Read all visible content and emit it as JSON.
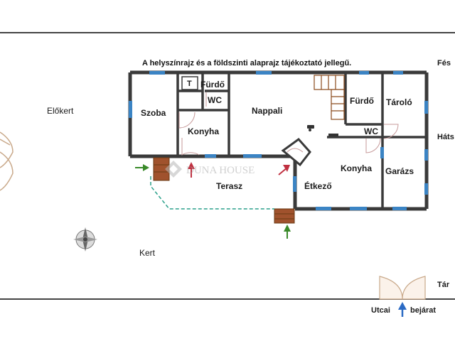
{
  "note": "A helyszínrajz és a földszinti alaprajz tájékoztató jellegű.",
  "watermark": "DUNA HOUSE",
  "rooms": {
    "szoba": "Szoba",
    "furdo1": "Fürdő",
    "wc1": "WC",
    "t": "T",
    "konyha1": "Konyha",
    "nappali": "Nappali",
    "furdo2": "Fürdő",
    "wc2": "WC",
    "tarolo": "Tároló",
    "konyha2": "Konyha",
    "garazs": "Garázs",
    "etkezo": "Étkező",
    "terasz": "Terasz"
  },
  "outside": {
    "elokert": "Előkert",
    "kert": "Kert",
    "edge1": "Fés",
    "edge2": "Háts",
    "edge3": "Tár",
    "entrance": "Utcai",
    "entrance2": "bejárat"
  },
  "colors": {
    "wall": "#3a3a3a",
    "window": "#3b84c4",
    "stair": "#8a4a1c",
    "arrow_green": "#3a8a2a",
    "arrow_red": "#c03040",
    "terrace_line": "#2aa08a",
    "boundary": "#444444"
  }
}
